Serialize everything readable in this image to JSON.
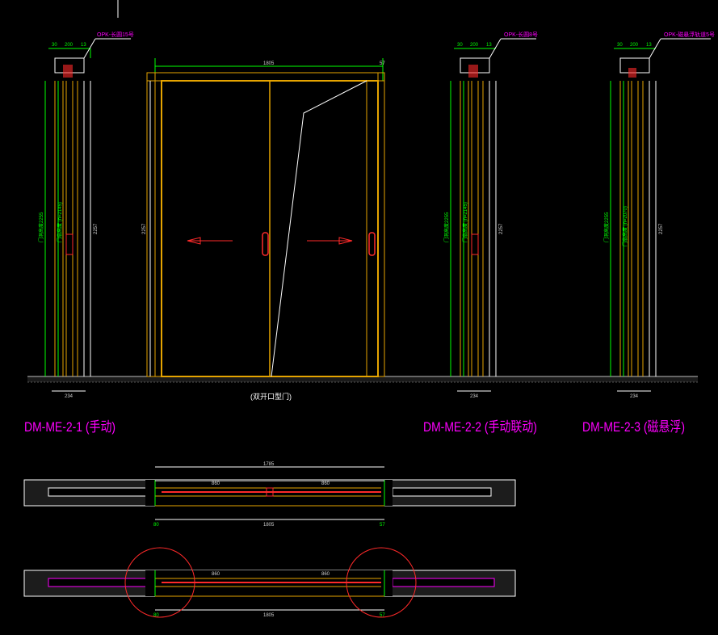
{
  "drawing": {
    "center_caption": "(双开口型门)",
    "views": [
      {
        "label": "DM-ME-2-1 (手动)"
      },
      {
        "label": "DM-ME-2-2 (手动联动)"
      },
      {
        "label": "DM-ME-2-3 (磁悬浮)"
      }
    ],
    "callouts": {
      "c1": "OPK-长圆15号",
      "c2": "OPK-长圆8号",
      "c3": "OPK-磁悬浮轨道5号"
    },
    "dims": {
      "top_width": "1805",
      "side_right": "57",
      "side_left": "80",
      "height": "2257",
      "section_width": "234",
      "plan_total": "1785",
      "plan_bottom": "1805",
      "plan_left_half": "860",
      "plan_right_half": "860",
      "top_a": "30",
      "top_b": "200",
      "top_c": "13"
    },
    "vertical_notes": {
      "v1": "门洞高度2255",
      "v2": "门扇高度 (h=2145)",
      "v3": "门洞高度2255",
      "v4": "门扇高度 (h=2145)",
      "v5": "门洞高度2255",
      "v6": "门扇高度 (h=2070)"
    },
    "colors": {
      "frame": "#e6a400",
      "dim": "#00ff00",
      "label": "#ff00ff",
      "handle": "#ff2a2a",
      "line": "#ffffff"
    }
  }
}
